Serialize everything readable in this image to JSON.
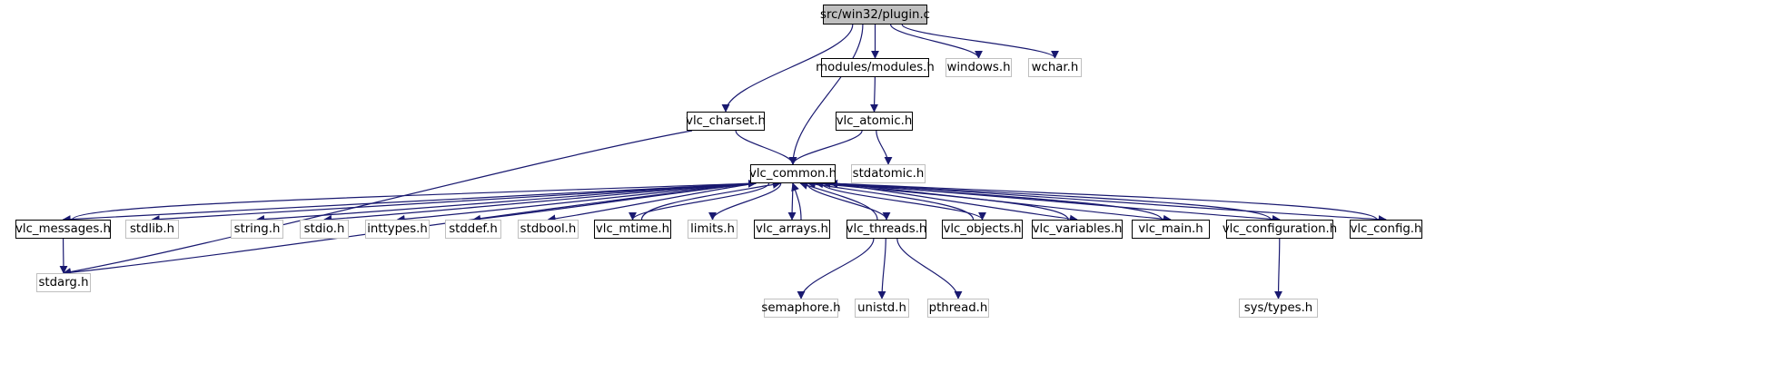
{
  "title": "src/win32/plugin.c",
  "nodes": {
    "root": "src/win32/plugin.c",
    "modules": "modules/modules.h",
    "windows": "windows.h",
    "wchar": "wchar.h",
    "charset": "vlc_charset.h",
    "atomic": "vlc_atomic.h",
    "stdatomic": "stdatomic.h",
    "common": "vlc_common.h",
    "messages": "vlc_messages.h",
    "stdlib": "stdlib.h",
    "string": "string.h",
    "stdio": "stdio.h",
    "inttypes": "inttypes.h",
    "stddef": "stddef.h",
    "stdbool": "stdbool.h",
    "mtime": "vlc_mtime.h",
    "limits": "limits.h",
    "arrays": "vlc_arrays.h",
    "threads": "vlc_threads.h",
    "objects": "vlc_objects.h",
    "variables": "vlc_variables.h",
    "main": "vlc_main.h",
    "configuration": "vlc_configuration.h",
    "config": "vlc_config.h",
    "stdarg": "stdarg.h",
    "semaphore": "semaphore.h",
    "unistd": "unistd.h",
    "pthread": "pthread.h",
    "systypes": "sys/types.h"
  },
  "edges": [
    [
      "root",
      "charset"
    ],
    [
      "root",
      "common"
    ],
    [
      "root",
      "modules"
    ],
    [
      "root",
      "windows"
    ],
    [
      "root",
      "wchar"
    ],
    [
      "modules",
      "atomic"
    ],
    [
      "charset",
      "common"
    ],
    [
      "charset",
      "stdarg"
    ],
    [
      "atomic",
      "common"
    ],
    [
      "atomic",
      "stdatomic"
    ],
    [
      "common",
      "messages"
    ],
    [
      "common",
      "stdlib"
    ],
    [
      "common",
      "string"
    ],
    [
      "common",
      "stdio"
    ],
    [
      "common",
      "inttypes"
    ],
    [
      "common",
      "stddef"
    ],
    [
      "common",
      "stdbool"
    ],
    [
      "common",
      "mtime"
    ],
    [
      "common",
      "limits"
    ],
    [
      "common",
      "arrays"
    ],
    [
      "common",
      "threads"
    ],
    [
      "common",
      "objects"
    ],
    [
      "common",
      "variables"
    ],
    [
      "common",
      "main"
    ],
    [
      "common",
      "configuration"
    ],
    [
      "common",
      "config"
    ],
    [
      "common",
      "stdarg"
    ],
    [
      "messages",
      "stdarg"
    ],
    [
      "messages",
      "common"
    ],
    [
      "mtime",
      "common"
    ],
    [
      "arrays",
      "common"
    ],
    [
      "threads",
      "common"
    ],
    [
      "objects",
      "common"
    ],
    [
      "variables",
      "common"
    ],
    [
      "main",
      "common"
    ],
    [
      "configuration",
      "common"
    ],
    [
      "config",
      "common"
    ],
    [
      "threads",
      "semaphore"
    ],
    [
      "threads",
      "unistd"
    ],
    [
      "threads",
      "pthread"
    ],
    [
      "configuration",
      "systypes"
    ]
  ],
  "colors": {
    "edge": "#191970",
    "system_border": "#bfbfbf",
    "root_fill": "#bfbfbf"
  }
}
